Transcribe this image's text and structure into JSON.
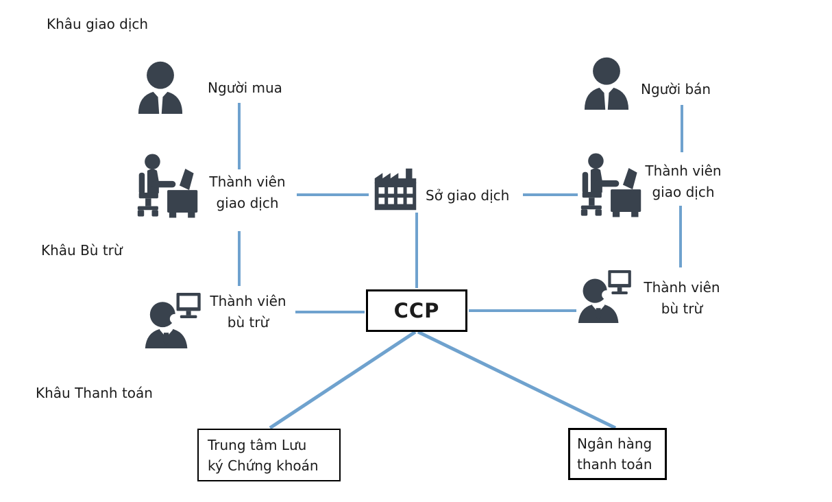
{
  "colors": {
    "connector": "#6FA2CE",
    "icon": "#39424D",
    "text": "#1C1C1C",
    "box-border": "#000000",
    "bg": "#FFFFFF"
  },
  "sections": {
    "trading": "Khâu giao dịch",
    "clearing": "Khâu Bù trừ",
    "settlement": "Khâu Thanh toán"
  },
  "nodes": {
    "buyer": {
      "label": "Người mua",
      "icon": "person-icon"
    },
    "seller": {
      "label": "Người bán",
      "icon": "person-icon"
    },
    "trading_member_left": {
      "line1": "Thành viên",
      "line2": "giao dịch",
      "icon": "person-at-desk-icon"
    },
    "trading_member_right": {
      "line1": "Thành viên",
      "line2": "giao dịch",
      "icon": "person-at-desk-icon"
    },
    "exchange": {
      "label": "Sở giao dịch",
      "icon": "factory-icon"
    },
    "clearing_member_left": {
      "line1": "Thành viên",
      "line2": "bù trừ",
      "icon": "person-with-monitor-icon"
    },
    "clearing_member_right": {
      "line1": "Thành viên",
      "line2": "bù trừ",
      "icon": "person-with-monitor-icon"
    },
    "ccp": {
      "label": "CCP"
    },
    "depository": {
      "line1": "Trung tâm Lưu",
      "line2": "ký Chứng khoán"
    },
    "settlement_bank": {
      "line1": "Ngân hàng",
      "line2": "thanh toán"
    }
  }
}
